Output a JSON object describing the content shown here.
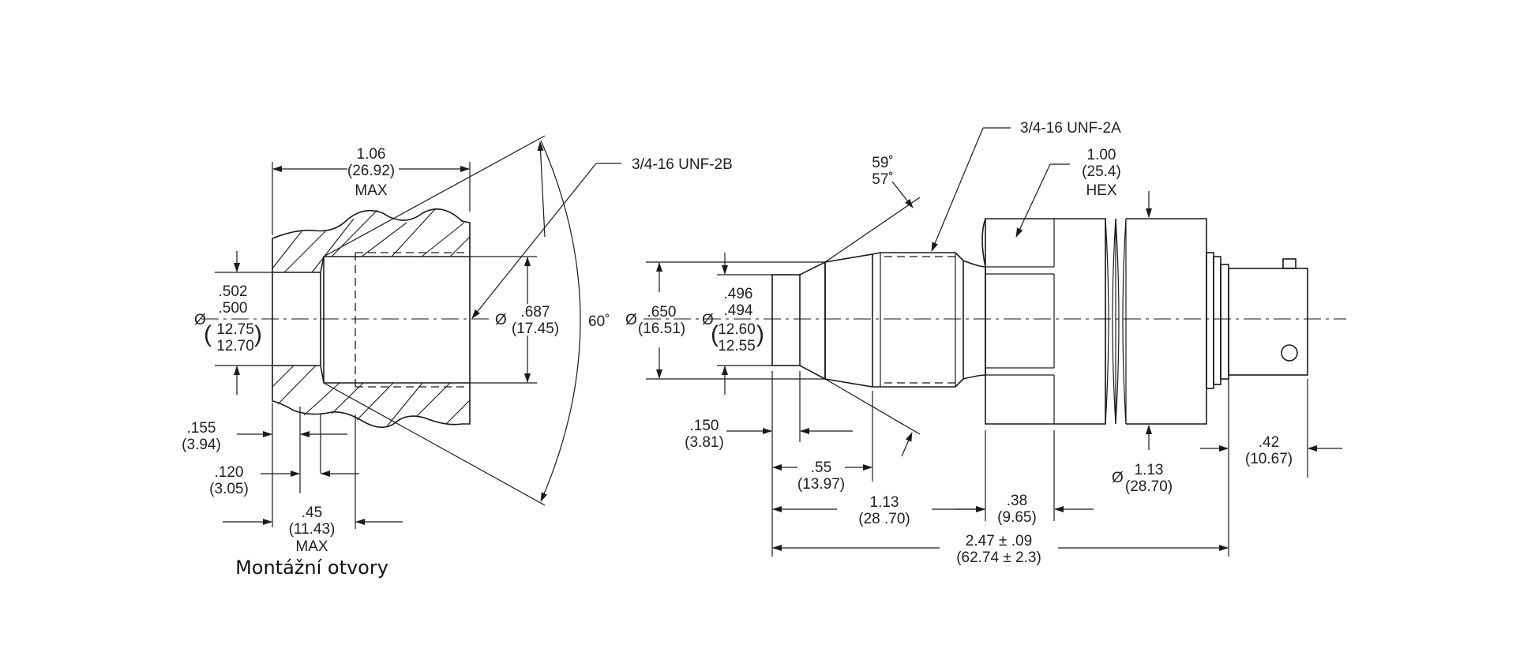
{
  "left_view": {
    "width_in": "1.06",
    "width_mm": "(26.92)",
    "width_max": "MAX",
    "thread": "3/4-16 UNF-2B",
    "dia_symbol": "Ø",
    "bore_in_1": ".502",
    "bore_in_2": ".500",
    "bore_mm_1": "12.75",
    "bore_mm_2": "12.70",
    "bore_paren_open": "(",
    "bore_paren_close": ")",
    "thread_dia_in": ".687",
    "thread_dia_mm": "(17.45)",
    "angle": "60˚",
    "d155_in": ".155",
    "d155_mm": "(3.94)",
    "d120_in": ".120",
    "d120_mm": "(3.05)",
    "d45_in": ".45",
    "d45_mm": "(11.43)",
    "d45_max": "MAX",
    "caption": "Montážní otvory"
  },
  "right_view": {
    "thread": "3/4-16 UNF-2A",
    "hex_in": "1.00",
    "hex_mm": "(25.4)",
    "hex_label": "HEX",
    "angle_1": "59˚",
    "angle_2": "57˚",
    "dia_symbol": "Ø",
    "d650_in": ".650",
    "d650_mm": "(16.51)",
    "d496_in_1": ".496",
    "d496_in_2": ".494",
    "d496_mm_1": "12.60",
    "d496_mm_2": "12.55",
    "paren_open": "(",
    "paren_close": ")",
    "d150_in": ".150",
    "d150_mm": "(3.81)",
    "d55_in": ".55",
    "d55_mm": "(13.97)",
    "d113_in": "1.13",
    "d113_mm": "(28 .70)",
    "d38_in": ".38",
    "d38_mm": "(9.65)",
    "body_dia_in": "1.13",
    "body_dia_mm": "(28.70)",
    "d42_in": ".42",
    "d42_mm": "(10.67)",
    "total_in": "2.47 ± .09",
    "total_mm": "(62.74 ± 2.3)"
  }
}
